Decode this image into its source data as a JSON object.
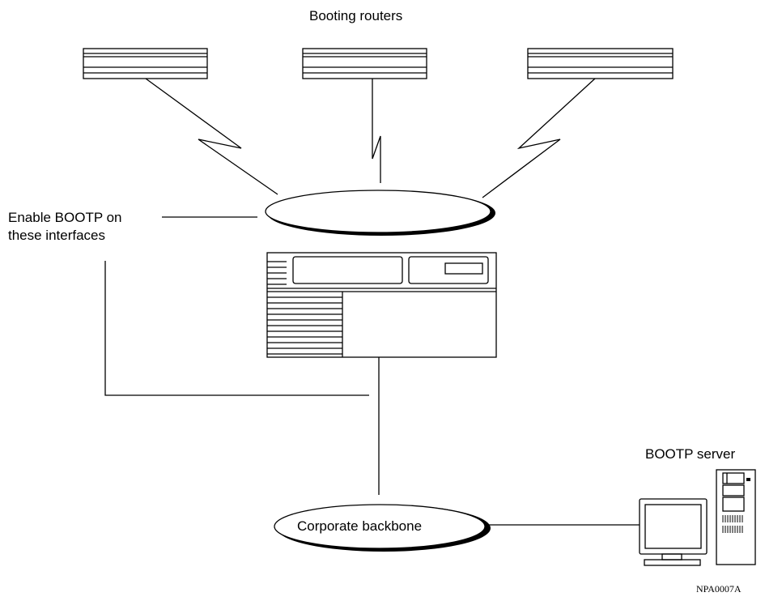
{
  "labels": {
    "booting_routers": "Booting routers",
    "enable_bootp_line1": "Enable BOOTP on",
    "enable_bootp_line2": "these interfaces",
    "bootp_server": "BOOTP server",
    "corporate_backbone": "Corporate backbone",
    "figure_id": "NPA0007A"
  }
}
